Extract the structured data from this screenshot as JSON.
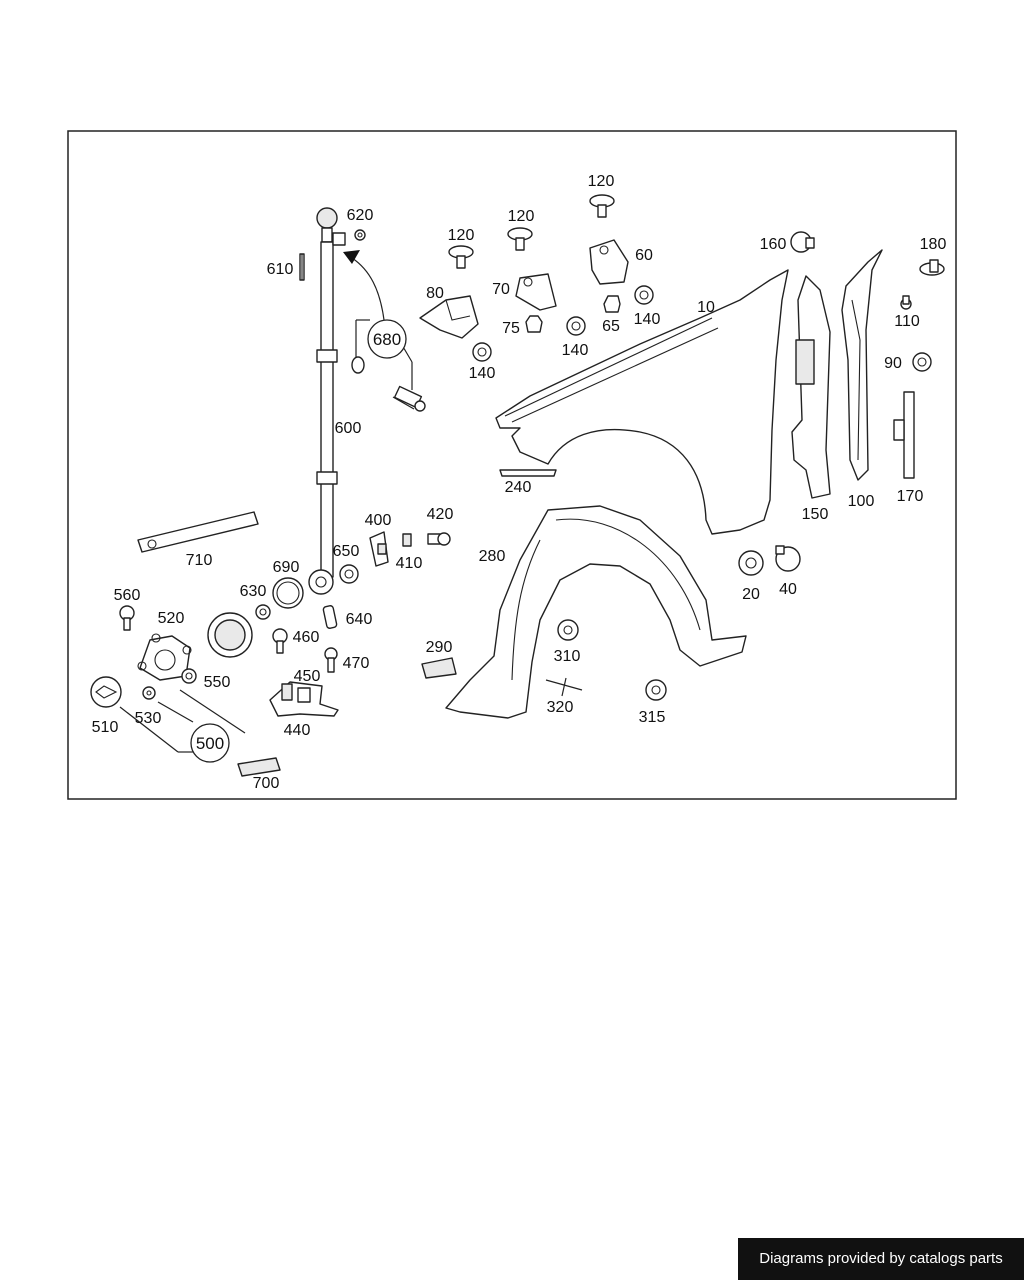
{
  "labels": {
    "l10": "10",
    "l20": "20",
    "l40": "40",
    "l60": "60",
    "l65": "65",
    "l70": "70",
    "l75": "75",
    "l80": "80",
    "l90": "90",
    "l100": "100",
    "l110": "110",
    "l120a": "120",
    "l120b": "120",
    "l120c": "120",
    "l140a": "140",
    "l140b": "140",
    "l140c": "140",
    "l150": "150",
    "l160": "160",
    "l170": "170",
    "l180": "180",
    "l240": "240",
    "l280": "280",
    "l290": "290",
    "l310": "310",
    "l315": "315",
    "l320": "320",
    "l400": "400",
    "l410": "410",
    "l420": "420",
    "l440": "440",
    "l450": "450",
    "l460": "460",
    "l470": "470",
    "l500": "500",
    "l510": "510",
    "l520": "520",
    "l530": "530",
    "l550": "550",
    "l560": "560",
    "l600": "600",
    "l610": "610",
    "l620": "620",
    "l630": "630",
    "l640": "640",
    "l650": "650",
    "l680": "680",
    "l690": "690",
    "l700": "700",
    "l710": "710"
  },
  "credit": "Diagrams provided by catalogs parts"
}
